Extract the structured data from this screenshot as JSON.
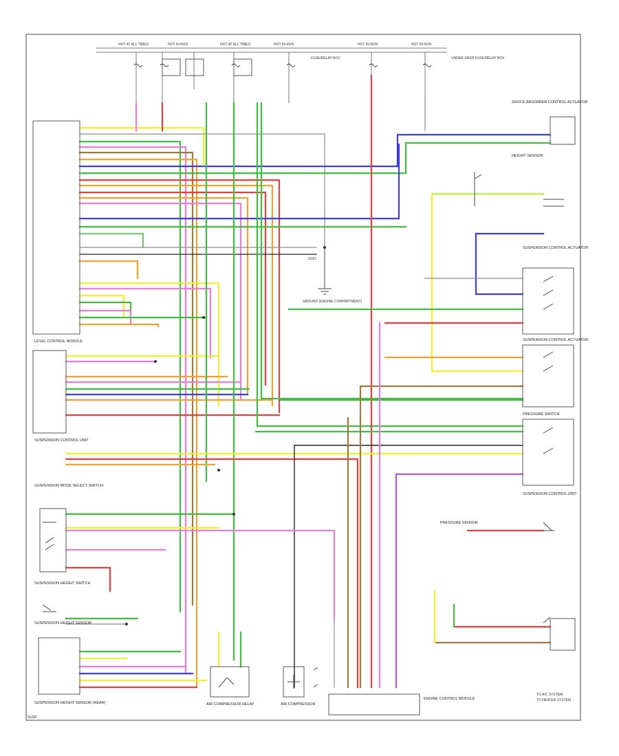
{
  "colors": {
    "yellow": "#f2f22a",
    "green": "#3fbf3f",
    "red": "#f23c3c",
    "pink": "#f07ad8",
    "blue": "#3b3bf0",
    "orange": "#f5a030",
    "brown": "#a0783c",
    "gray": "#8c8c8c",
    "white": "#d8d8d8",
    "black": "#222222",
    "lime": "#b8f040",
    "violet": "#b05ad8"
  },
  "components": {
    "fuse_top_1": "HOT AT ALL TIMES",
    "fuse_top_2": "HOT IN RUN",
    "fuse_top_3": "HOT AT ALL TIMES",
    "fuse_top_4": "HOT IN RUN",
    "fuse_top_5": "HOT IN RUN",
    "fuse_top_6": "HOT IN RUN",
    "fuse_box_label_1": "FUSE/RELAY BOX",
    "fuse_box_label_2": "UNDER-DASH FUSE/RELAY BOX",
    "right_top_switch": "SHOCK ABSORBER CONTROL ACTUATOR",
    "right_height_sensor": "HEIGHT SENSOR",
    "right_actuator_1": "SUSPENSION CONTROL ACTUATOR",
    "right_actuator_2": "SUSPENSION CONTROL ACTUATOR",
    "right_pressure_switch": "PRESSURE SWITCH",
    "right_lower_unit": "SUSPENSION CONTROL UNIT",
    "g001": "G001",
    "ground_center": "GROUND (ENGINE COMPARTMENT)",
    "left_module_1": "LEVEL CONTROL MODULE",
    "left_module_2": "SUSPENSION CONTROL UNIT",
    "left_switch_1": "SUSPENSION MODE SELECT SWITCH",
    "left_switch_2": "SUSPENSION HEIGHT SWITCH",
    "left_sensor": "SUSPENSION HEIGHT SENSOR",
    "left_bottom_sensor": "SUSPENSION HEIGHT SENSOR (REAR)",
    "compressor_relay": "AIR COMPRESSOR RELAY",
    "compressor": "AIR COMPRESSOR",
    "pressure_sensor": "PRESSURE SENSOR",
    "bottom_right_unit": "ENGINE CONTROL MODULE",
    "legend_1": "TO A/C SYSTEM",
    "legend_2": "TO HEATER SYSTEM",
    "page_tag": "SUSP"
  }
}
